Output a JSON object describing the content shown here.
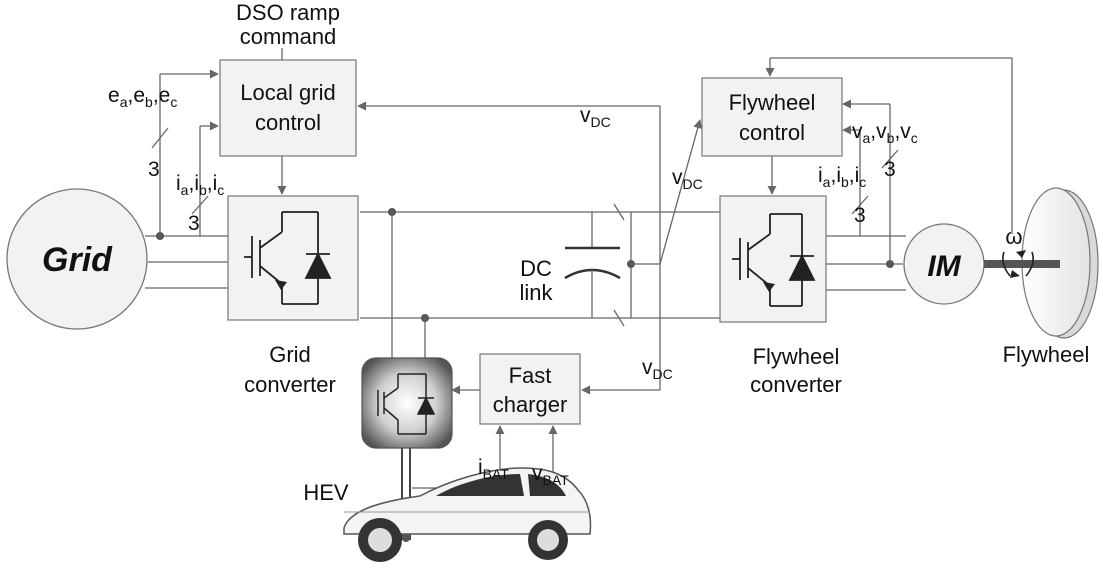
{
  "labels": {
    "dso_line1": "DSO ramp",
    "dso_line2": "command",
    "local_grid_line1": "Local grid",
    "local_grid_line2": "control",
    "flywheel_control_line1": "Flywheel",
    "flywheel_control_line2": "control",
    "grid": "Grid",
    "im": "IM",
    "dc_link_line1": "DC",
    "dc_link_line2": "link",
    "grid_converter_line1": "Grid",
    "grid_converter_line2": "converter",
    "flywheel_converter_line1": "Flywheel",
    "flywheel_converter_line2": "converter",
    "fast_charger_line1": "Fast",
    "fast_charger_line2": "charger",
    "flywheel": "Flywheel",
    "hev": "HEV",
    "omega": "ω"
  },
  "signals": {
    "v_dc_main": "v",
    "v_dc_sub": "DC",
    "e_sym": "e",
    "e_subs": [
      "a",
      "b",
      "c"
    ],
    "i_sym": "i",
    "i_subs": [
      "a",
      "b",
      "c"
    ],
    "v_sym": "v",
    "v_subs": [
      "a",
      "b",
      "c"
    ],
    "sep": ",",
    "three": "3",
    "i_bat_main": "i",
    "i_bat_sub": "BAT",
    "v_bat_main": "v",
    "v_bat_sub": "BAT"
  }
}
